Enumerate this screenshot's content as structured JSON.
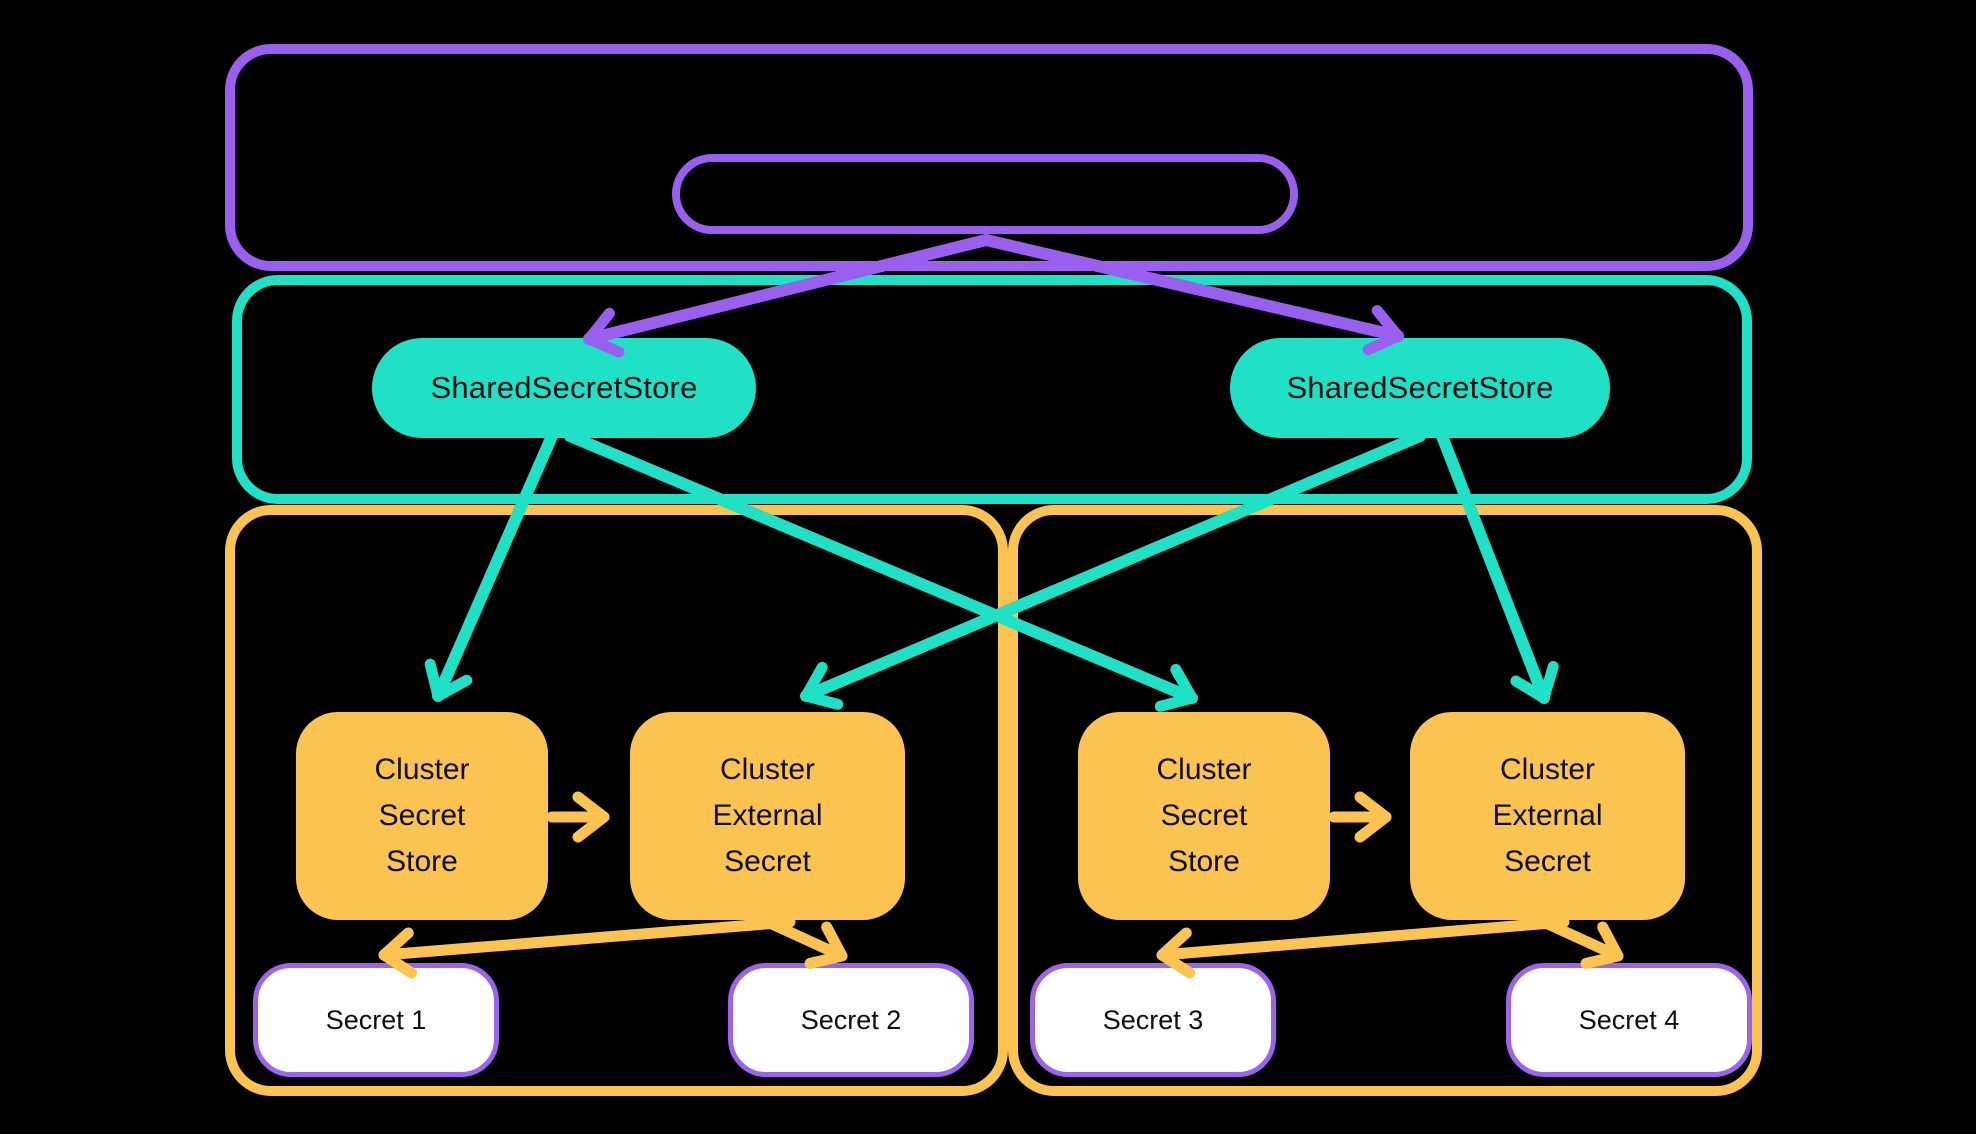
{
  "colors": {
    "background": "#000000",
    "purple": "#9B5FF0",
    "teal": "#1EE1C6",
    "yellow": "#FBC451",
    "secret_fill": "#FFFFFF",
    "secret_border": "#9B63EE",
    "text": "#0d0d12"
  },
  "shared_stores": [
    {
      "label": "SharedSecretStore"
    },
    {
      "label": "SharedSecretStore"
    }
  ],
  "clusters": [
    {
      "secret_store_label": "Cluster\nSecret\nStore",
      "external_secret_label": "Cluster\nExternal\nSecret",
      "secrets": [
        "Secret 1",
        "Secret 2"
      ]
    },
    {
      "secret_store_label": "Cluster\nSecret\nStore",
      "external_secret_label": "Cluster\nExternal\nSecret",
      "secrets": [
        "Secret 3",
        "Secret 4"
      ]
    }
  ],
  "edges": [
    {
      "from": "top-group-pill",
      "to": "shared-secret-store-left",
      "color": "purple"
    },
    {
      "from": "top-group-pill",
      "to": "shared-secret-store-right",
      "color": "purple"
    },
    {
      "from": "shared-secret-store-left",
      "to": "cluster-1-secret-store",
      "color": "teal"
    },
    {
      "from": "shared-secret-store-left",
      "to": "cluster-2-secret-store",
      "color": "teal"
    },
    {
      "from": "shared-secret-store-right",
      "to": "cluster-1-external-secret",
      "color": "teal"
    },
    {
      "from": "shared-secret-store-right",
      "to": "cluster-2-external-secret",
      "color": "teal"
    },
    {
      "from": "cluster-1-secret-store",
      "to": "cluster-1-external-secret",
      "color": "yellow"
    },
    {
      "from": "cluster-1-external-secret",
      "to": "secret-1",
      "color": "yellow"
    },
    {
      "from": "cluster-1-external-secret",
      "to": "secret-2",
      "color": "yellow"
    },
    {
      "from": "cluster-2-secret-store",
      "to": "cluster-2-external-secret",
      "color": "yellow"
    },
    {
      "from": "cluster-2-external-secret",
      "to": "secret-3",
      "color": "yellow"
    },
    {
      "from": "cluster-2-external-secret",
      "to": "secret-4",
      "color": "yellow"
    }
  ]
}
